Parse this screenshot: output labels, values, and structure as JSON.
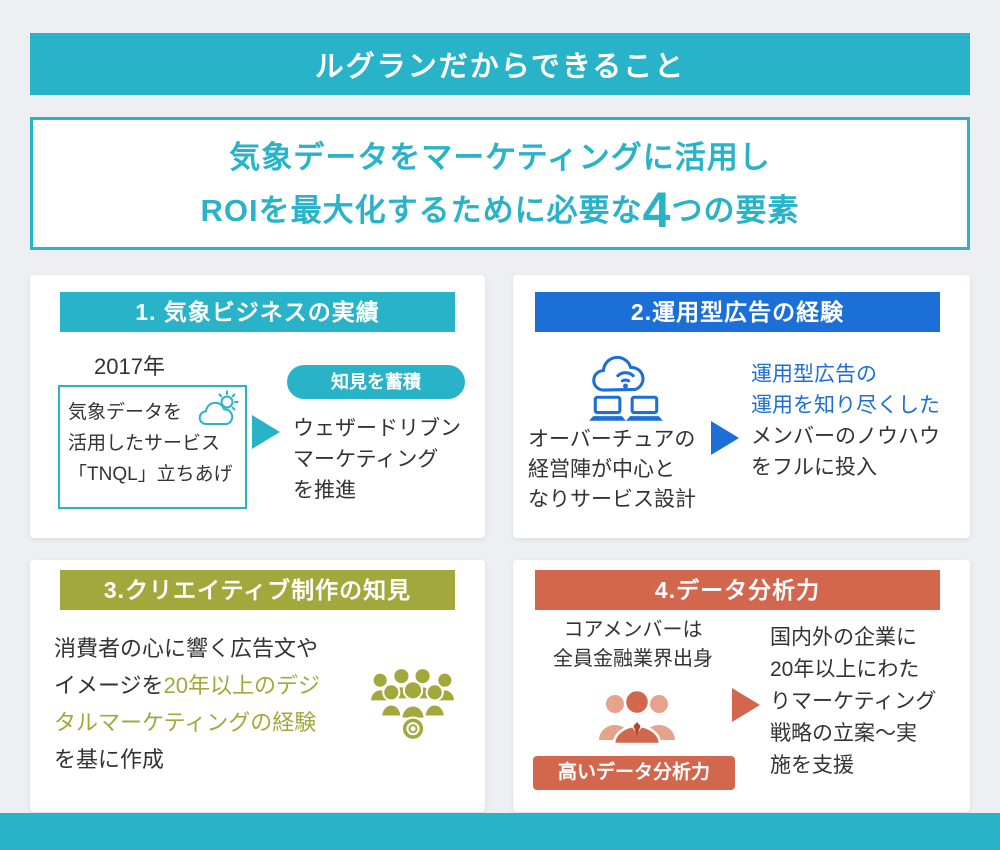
{
  "colors": {
    "teal": "#29b3c9",
    "blue": "#1b6fd6",
    "olive": "#a3a83c",
    "orange": "#d2674e",
    "background": "#edeff3",
    "text": "#333333"
  },
  "banner": {
    "title": "ルグランだからできること"
  },
  "intro": {
    "line1": "気象データをマーケティングに活用し",
    "line2_prefix": "ROIを最大化するために必要な",
    "line2_number": "4",
    "line2_suffix": "つの要素"
  },
  "cards": {
    "weather": {
      "title": "1. 気象ビジネスの実績",
      "year": "2017年",
      "box_text": "気象データを\n活用したサービス\n「TNQL」立ちあげ",
      "badge": "知見を蓄積",
      "result_text": "ウェザードリブン\nマーケティング\nを推進",
      "icon": "sun-cloud-icon"
    },
    "ads": {
      "title": "2.運用型広告の経験",
      "left_text": "オーバーチュアの\n経営陣が中心と\nなりサービス設計",
      "highlight_text": "運用型広告の\n運用を知り尽くした",
      "rest_text": "メンバーのノウハウ\nをフルに投入",
      "icon": "cloud-network-icon"
    },
    "creative": {
      "title": "3.クリエイティブ制作の知見",
      "text_black_1": "消費者の心に響く広告文やイメージを",
      "text_olive": "20年以上のデジタルマーケティングの経験",
      "text_black_2": "を基に作成",
      "icon": "people-group-icon"
    },
    "analytics": {
      "title": "4.データ分析力",
      "top_text": "コアメンバーは\n全員金融業界出身",
      "badge": "高いデータ分析力",
      "result_text": "国内外の企業に\n20年以上にわた\nりマーケティング\n戦略の立案〜実\n施を支援",
      "icon": "analyst-icon"
    }
  }
}
